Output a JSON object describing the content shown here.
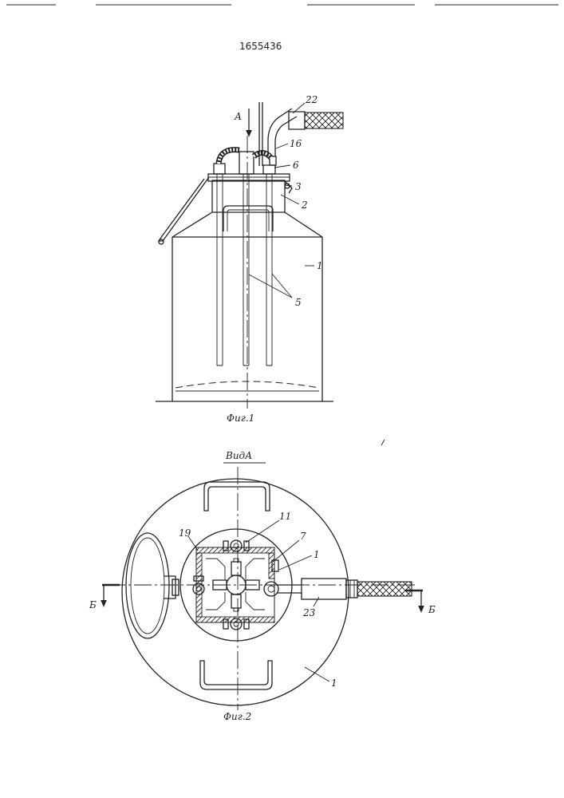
{
  "document": {
    "patent_number": "1655436"
  },
  "figure1": {
    "caption": "Фиг.1",
    "view_arrow_label": "А",
    "callouts": {
      "c22": "22",
      "c16": "16",
      "c6": "6",
      "c3": "3",
      "c2": "2",
      "c1": "1",
      "c5": "5"
    }
  },
  "figure2": {
    "title": "ВидА",
    "caption": "Фиг.2",
    "section_left": "Б",
    "section_right": "Б",
    "callouts": {
      "c11": "11",
      "c7": "7",
      "c19": "19",
      "c1a": "1",
      "c23": "23",
      "c1b": "1"
    }
  }
}
